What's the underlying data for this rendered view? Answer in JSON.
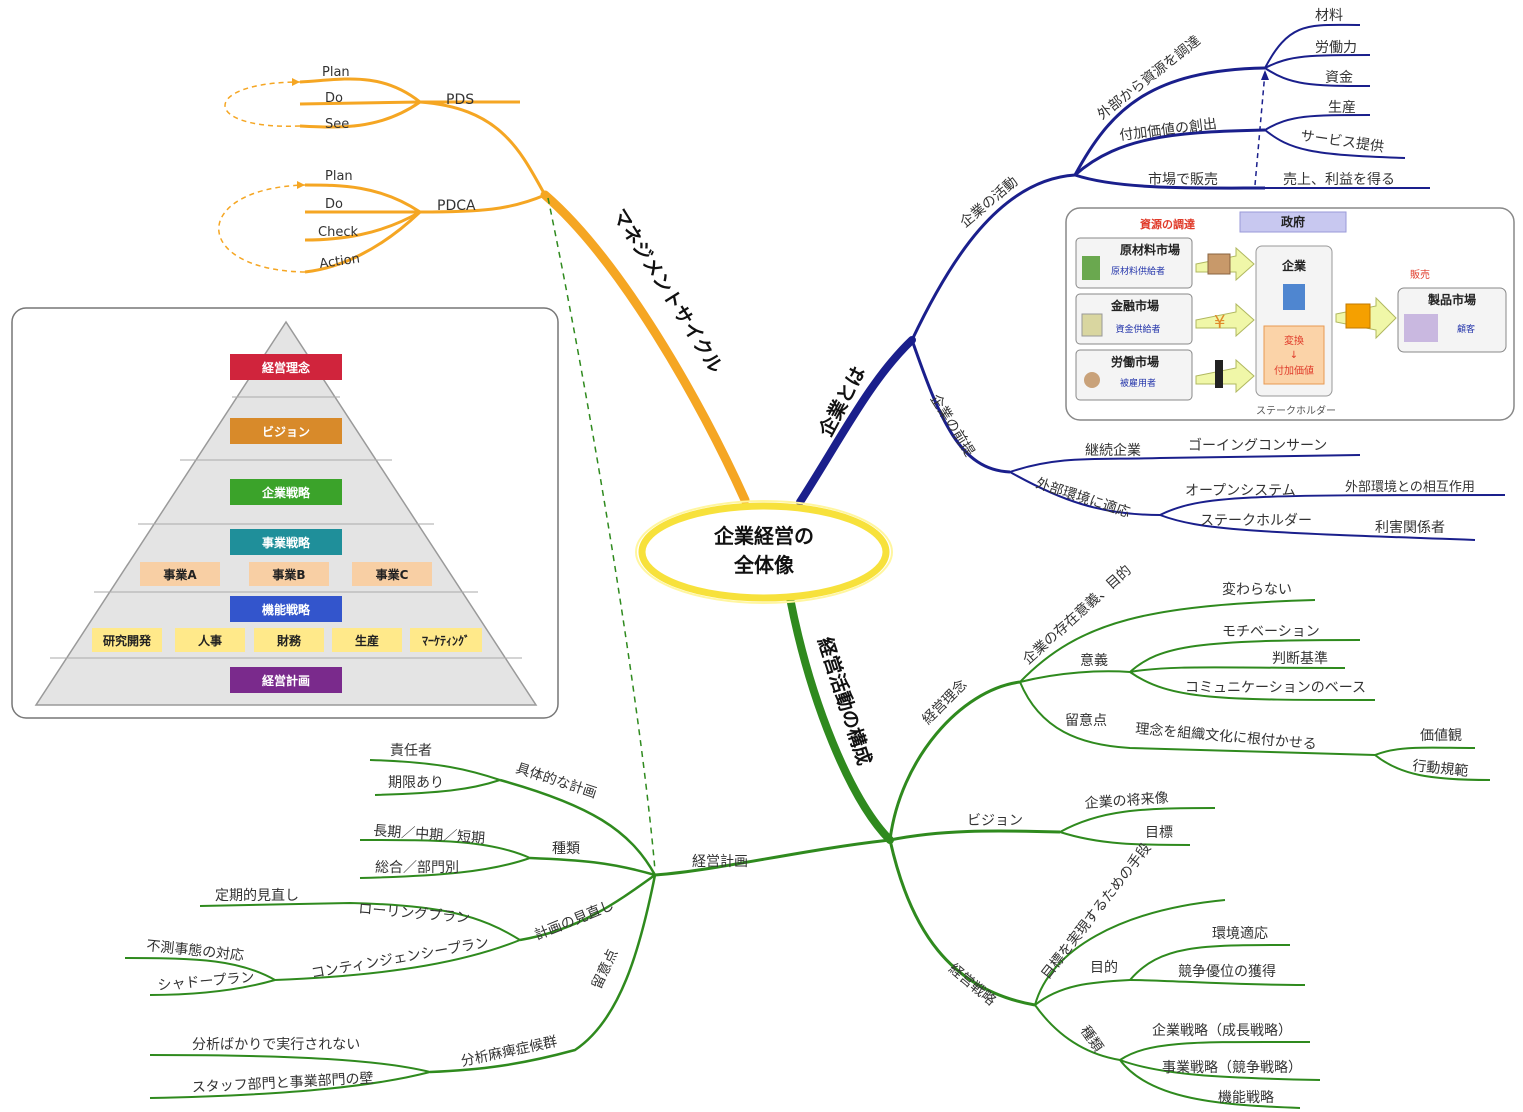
{
  "center": {
    "line1": "企業経営の",
    "line2": "全体像"
  },
  "management_cycle": {
    "label": "マネジメントサイクル",
    "pds": {
      "label": "PDS",
      "items": [
        "Plan",
        "Do",
        "See"
      ]
    },
    "pdca": {
      "label": "PDCA",
      "items": [
        "Plan",
        "Do",
        "Check",
        "Action"
      ]
    }
  },
  "enterprise": {
    "label": "企業とは",
    "activities": {
      "label": "企業の活動",
      "procure": {
        "label": "外部から資源を調達",
        "items": [
          "材料",
          "労働力",
          "資金"
        ]
      },
      "value": {
        "label": "付加価値の創出",
        "items": [
          "生産",
          "サービス提供"
        ]
      },
      "sell": {
        "label": "市場で販売",
        "result": "売上、利益を得る"
      }
    },
    "figure": {
      "procure_title": "資源の調達",
      "government": "政府",
      "markets": [
        {
          "title": "原材料市場",
          "sub": "原材料供給者"
        },
        {
          "title": "金融市場",
          "sub": "資金供給者"
        },
        {
          "title": "労働市場",
          "sub": "被雇用者"
        }
      ],
      "company": "企業",
      "transform": "変換",
      "arrow": "↓",
      "added_value": "付加価値",
      "sales_title": "販売",
      "product_market": "製品市場",
      "customer": "顧客",
      "stakeholder": "ステークホルダー"
    },
    "premise": {
      "label": "企業の前提",
      "going": {
        "label": "継続企業",
        "detail": "ゴーイングコンサーン"
      },
      "adapt": {
        "label": "外部環境に適応",
        "open": {
          "label": "オープンシステム",
          "detail": "外部環境との相互作用"
        },
        "stake": {
          "label": "ステークホルダー",
          "detail": "利害関係者"
        }
      }
    }
  },
  "structure": {
    "label": "経営活動の構成",
    "philosophy": {
      "label": "経営理念",
      "existence": {
        "label": "企業の存在意義、目的",
        "detail": "変わらない"
      },
      "meaning": {
        "label": "意義",
        "items": [
          "モチベーション",
          "判断基準",
          "コミュニケーションのベース"
        ]
      },
      "notes": {
        "label": "留意点",
        "detail": "理念を組織文化に根付かせる",
        "items": [
          "価値観",
          "行動規範"
        ]
      }
    },
    "vision": {
      "label": "ビジョン",
      "items": [
        "企業の将来像",
        "目標"
      ]
    },
    "strategy": {
      "label": "経営戦略",
      "means": "目標を実現するための手段",
      "purpose": {
        "label": "目的",
        "items": [
          "環境適応",
          "競争優位の獲得"
        ]
      },
      "types": {
        "label": "種類",
        "items": [
          "企業戦略（成長戦略）",
          "事業戦略（競争戦略）",
          "機能戦略"
        ]
      }
    }
  },
  "plan": {
    "label": "経営計画",
    "concrete": {
      "label": "具体的な計画",
      "items": [
        "責任者",
        "期限あり"
      ]
    },
    "kinds": {
      "label": "種類",
      "items": [
        "長期／中期／短期",
        "総合／部門別"
      ]
    },
    "review": {
      "label": "計画の見直し",
      "rolling": {
        "label": "ローリングプラン",
        "detail": "定期的見直し"
      },
      "contingency": {
        "label": "コンティンジェンシープラン",
        "items": [
          "不測事態の対応",
          "シャドープラン"
        ]
      }
    },
    "notes": {
      "label": "留意点",
      "paralysis": {
        "label": "分析麻痺症候群",
        "items": [
          "分析ばかりで実行されない",
          "スタッフ部門と事業部門の壁"
        ]
      }
    }
  },
  "pyramid": {
    "philosophy": "経営理念",
    "vision": "ビジョン",
    "corporate": "企業戦略",
    "business": "事業戦略",
    "biz_units": [
      "事業A",
      "事業B",
      "事業C"
    ],
    "functional": "機能戦略",
    "functions": [
      "研究開発",
      "人事",
      "財務",
      "生産",
      "ﾏｰｹﾃｨﾝｸﾞ"
    ],
    "plan": "経営計画"
  },
  "colors": {
    "orange": "#f5a623",
    "navy": "#1a1f8c",
    "green": "#2f8a1e",
    "red": "#d0243c",
    "amber": "#d88a2a",
    "teal": "#1f8f9a",
    "blue": "#3355cc",
    "purple": "#7a2a8c",
    "yellow": "#ffe98a",
    "peach": "#f8cfa4"
  }
}
